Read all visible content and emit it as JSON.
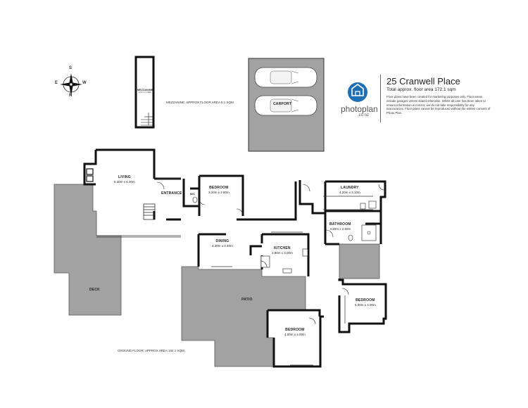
{
  "header": {
    "address": "25 Cranwell Place",
    "total_area": "Total approx. floor area 172.1 sqm",
    "disclaimer": "Floor plans have been created for marketing purposes only. Floor areas include garages unless stated otherwise. Whilst all care has been taken to ensure information is correct, we do not take responsibility for any inaccuracies. Floor plans cannot be reproduced without the written consent of Photo Plan."
  },
  "brand": {
    "name": "photoplan",
    "domain": ".co.nz",
    "color": "#1f6fb5"
  },
  "compass": {
    "n": "N",
    "s": "S",
    "e": "E",
    "w": "W"
  },
  "mezzanine": {
    "name": "MEZZANINE",
    "dims": "1.0m x 1.00m",
    "area_note": "MEZZANINE: APPROX FLOOR AREA 8.1 SQM"
  },
  "carport": {
    "name": "CARPORT"
  },
  "rooms": {
    "living": {
      "name": "LIVING",
      "dims": "6.40m x 6.30m"
    },
    "entrance": {
      "name": "ENTRANCE"
    },
    "wc": {
      "name": "WC"
    },
    "bedroom1": {
      "name": "BEDROOM",
      "dims": "3.10m x 2.80m"
    },
    "laundry": {
      "name": "LAUNDRY",
      "dims": "4.20m x 2.10m"
    },
    "bathroom": {
      "name": "BATHROOM",
      "dims": "4.20m x 2.50m"
    },
    "dining": {
      "name": "DINING",
      "dims": "4.30m x 3.40m"
    },
    "kitchen": {
      "name": "KITCHEN",
      "dims": "3.80m x 3.00m"
    },
    "deck": {
      "name": "DECK"
    },
    "patio": {
      "name": "PATIO"
    },
    "bedroom2": {
      "name": "BEDROOM",
      "dims": "5.00m x 4.00m"
    },
    "bedroom3": {
      "name": "BEDROOM",
      "dims": "4.00m x 4.00m"
    }
  },
  "ground_floor_note": "GROUND FLOOR: APPROX AREA 164.1 SQM",
  "colors": {
    "outdoor_fill": "#a2a2a2",
    "wall": "#111111",
    "floor": "#ffffff"
  }
}
